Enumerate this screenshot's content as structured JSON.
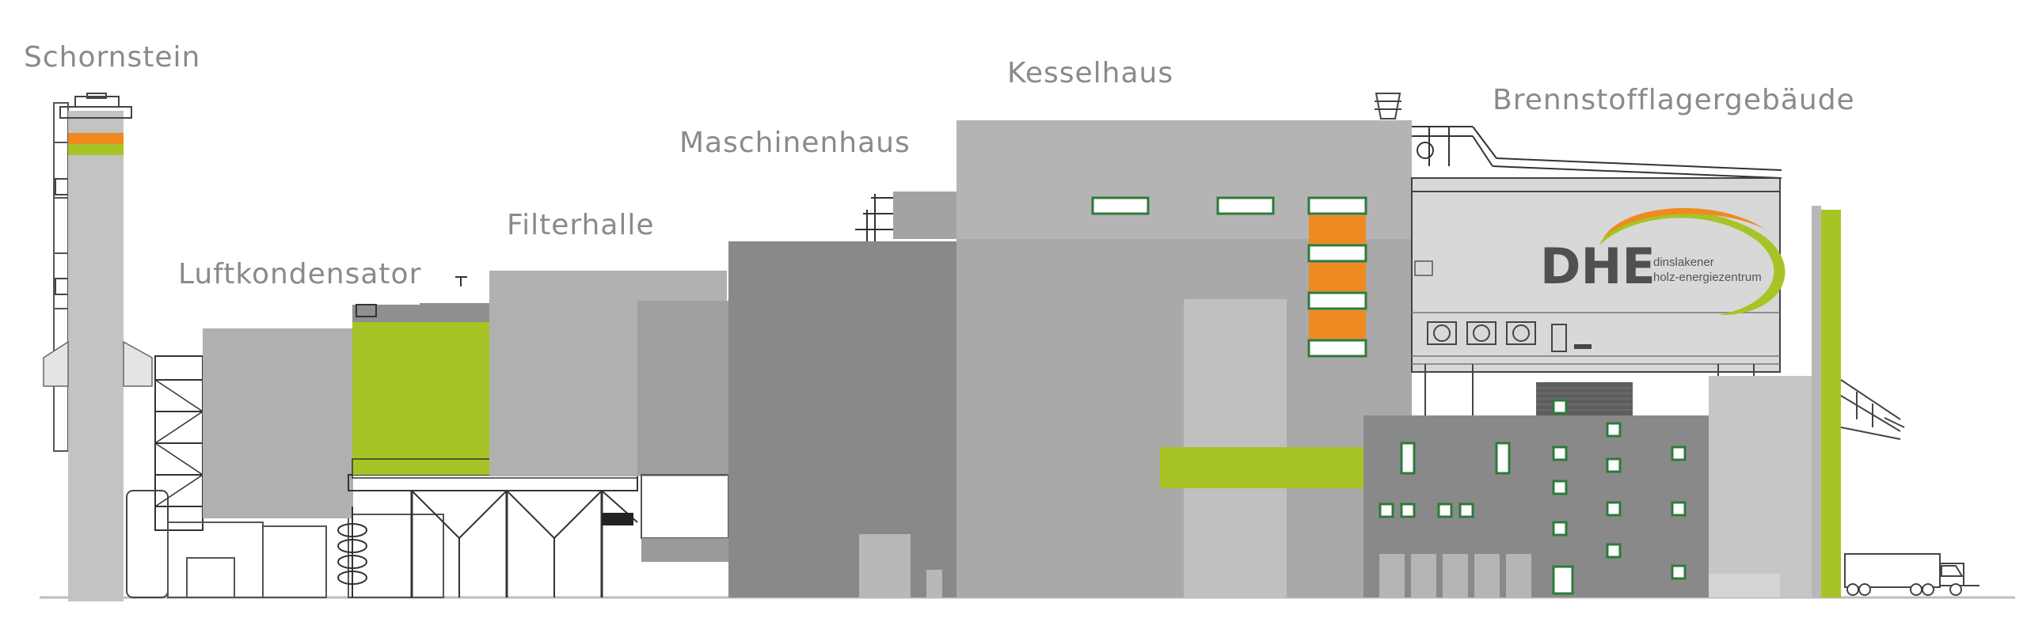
{
  "labels": {
    "schornstein": "Schornstein",
    "luftkondensator": "Luftkondensator",
    "filterhalle": "Filterhalle",
    "maschinenhaus": "Maschinenhaus",
    "kesselhaus": "Kesselhaus",
    "brennstofflager": "Brennstofflagergebäude"
  },
  "logo": {
    "mark": "DHE",
    "line1": "dinslakener",
    "line2": "holz-energiezentrum"
  },
  "colors": {
    "green": "#a6c425",
    "orange": "#ef8a21",
    "dark_gray": "#898989",
    "mid_gray": "#a8a8a8",
    "light_gray": "#c3c3c3",
    "window_green": "#2f7a3a"
  }
}
